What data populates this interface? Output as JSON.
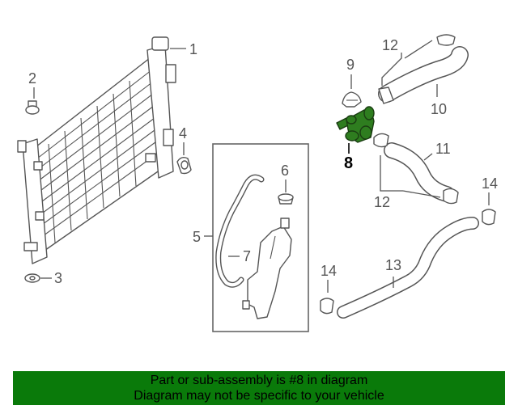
{
  "diagram": {
    "callouts": [
      {
        "id": "1",
        "label": "1"
      },
      {
        "id": "2",
        "label": "2"
      },
      {
        "id": "3",
        "label": "3"
      },
      {
        "id": "4",
        "label": "4"
      },
      {
        "id": "5",
        "label": "5"
      },
      {
        "id": "6",
        "label": "6"
      },
      {
        "id": "7",
        "label": "7"
      },
      {
        "id": "8",
        "label": "8"
      },
      {
        "id": "9",
        "label": "9"
      },
      {
        "id": "10",
        "label": "10"
      },
      {
        "id": "11",
        "label": "11"
      },
      {
        "id": "12a",
        "label": "12"
      },
      {
        "id": "12b",
        "label": "12"
      },
      {
        "id": "13",
        "label": "13"
      },
      {
        "id": "14a",
        "label": "14"
      },
      {
        "id": "14b",
        "label": "14"
      }
    ],
    "highlighted_part": "8",
    "highlight_color": "#2e7d1f"
  },
  "banner": {
    "line1": "Part or sub-assembly is #8 in diagram",
    "line2": "Diagram may not be specific to your vehicle",
    "background": "#0a7a0a"
  }
}
